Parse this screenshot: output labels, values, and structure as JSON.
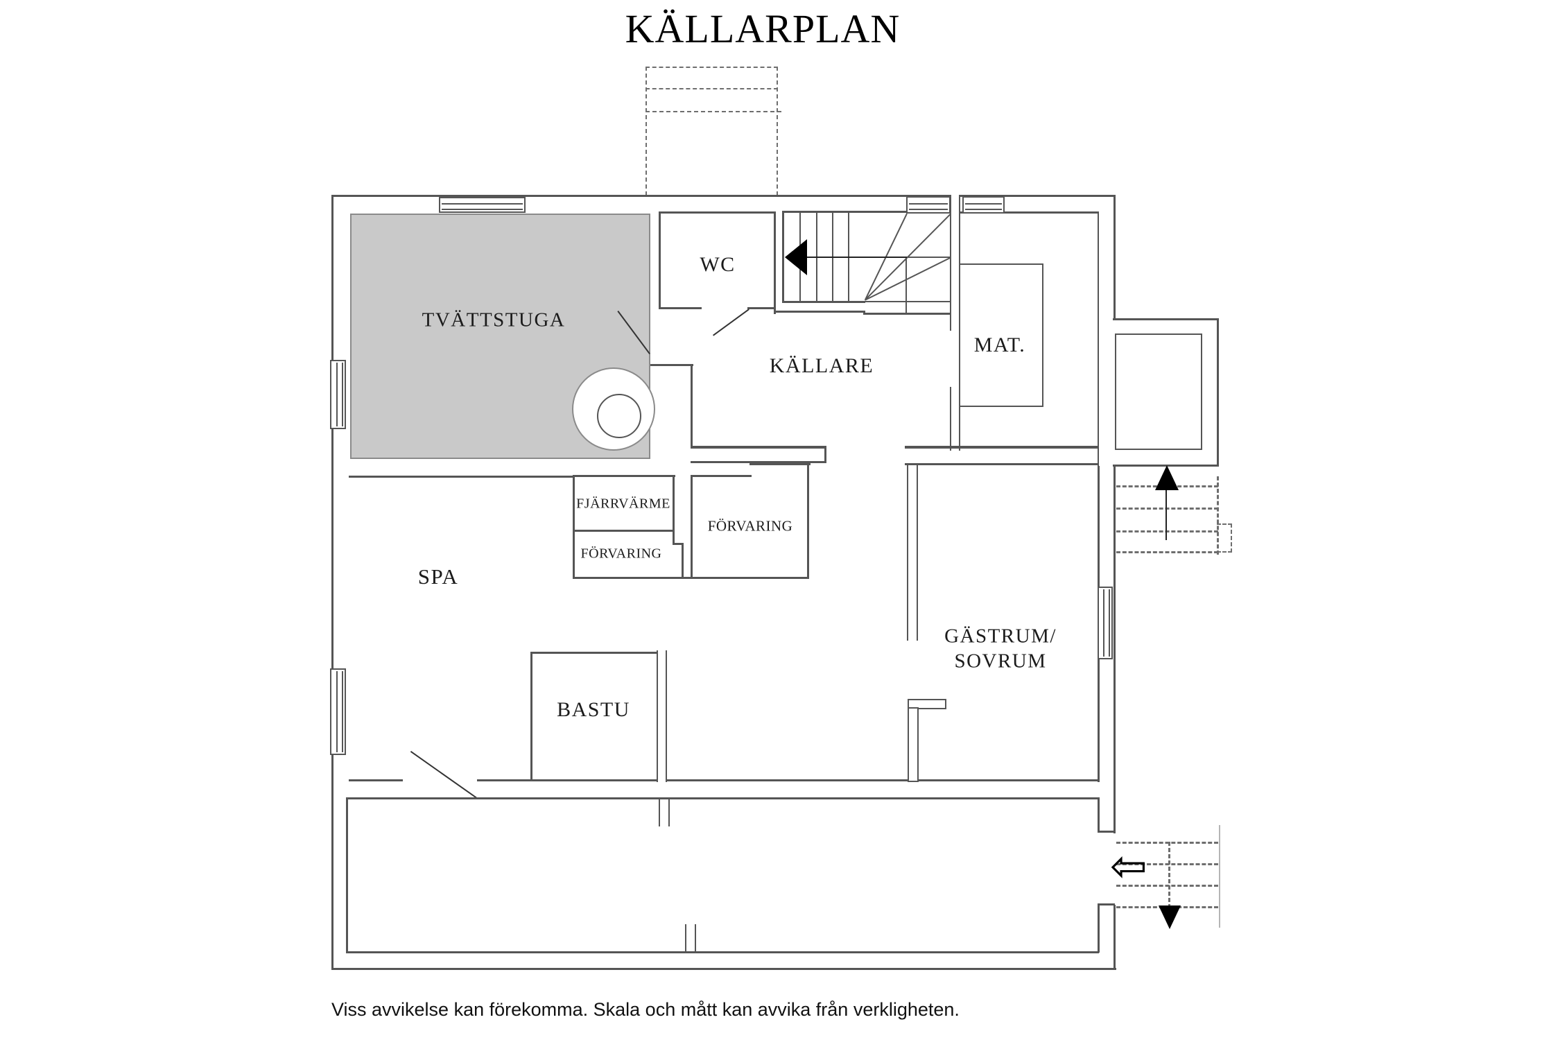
{
  "title": "KÄLLARPLAN",
  "disclaimer": "Viss avvikelse kan förekomma. Skala och mått kan avvika från verkligheten.",
  "rooms": {
    "tvattstuga": "TVÄTTSTUGA",
    "wc": "WC",
    "kallare": "KÄLLARE",
    "mat": "MAT.",
    "fjarrvarme": "FJÄRRVÄRME",
    "forvaring_small": "FÖRVARING",
    "forvaring_large": "FÖRVARING",
    "spa": "SPA",
    "bastu": "BASTU",
    "gastrum_line1": "GÄSTRUM/",
    "gastrum_line2": "SOVRUM"
  },
  "icons": {
    "entry_arrow": "⇦"
  },
  "colors": {
    "wall": "#555555",
    "wall2": "#8a8a8a",
    "dash": "#6e6e6e",
    "laundry": "#c9c9c9",
    "arrow": "#000000",
    "text": "#1b1b1b"
  }
}
